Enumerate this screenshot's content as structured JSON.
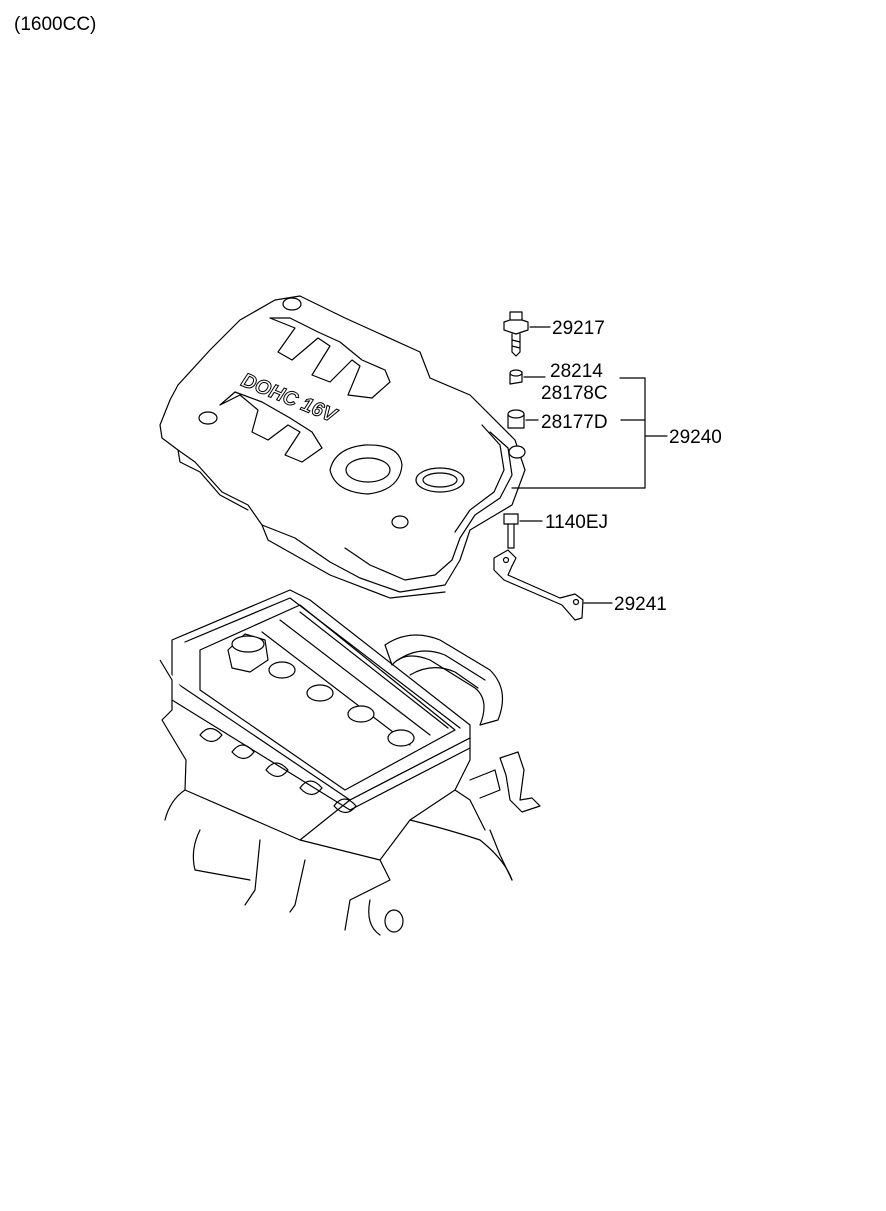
{
  "header": {
    "engine_spec": "(1600CC)"
  },
  "cover": {
    "logo_text": "DOHC 16V"
  },
  "parts": [
    {
      "number": "29217"
    },
    {
      "number": "28214"
    },
    {
      "number": "28178C"
    },
    {
      "number": "28177D"
    },
    {
      "number": "29240"
    },
    {
      "number": "1140EJ"
    },
    {
      "number": "29241"
    }
  ]
}
